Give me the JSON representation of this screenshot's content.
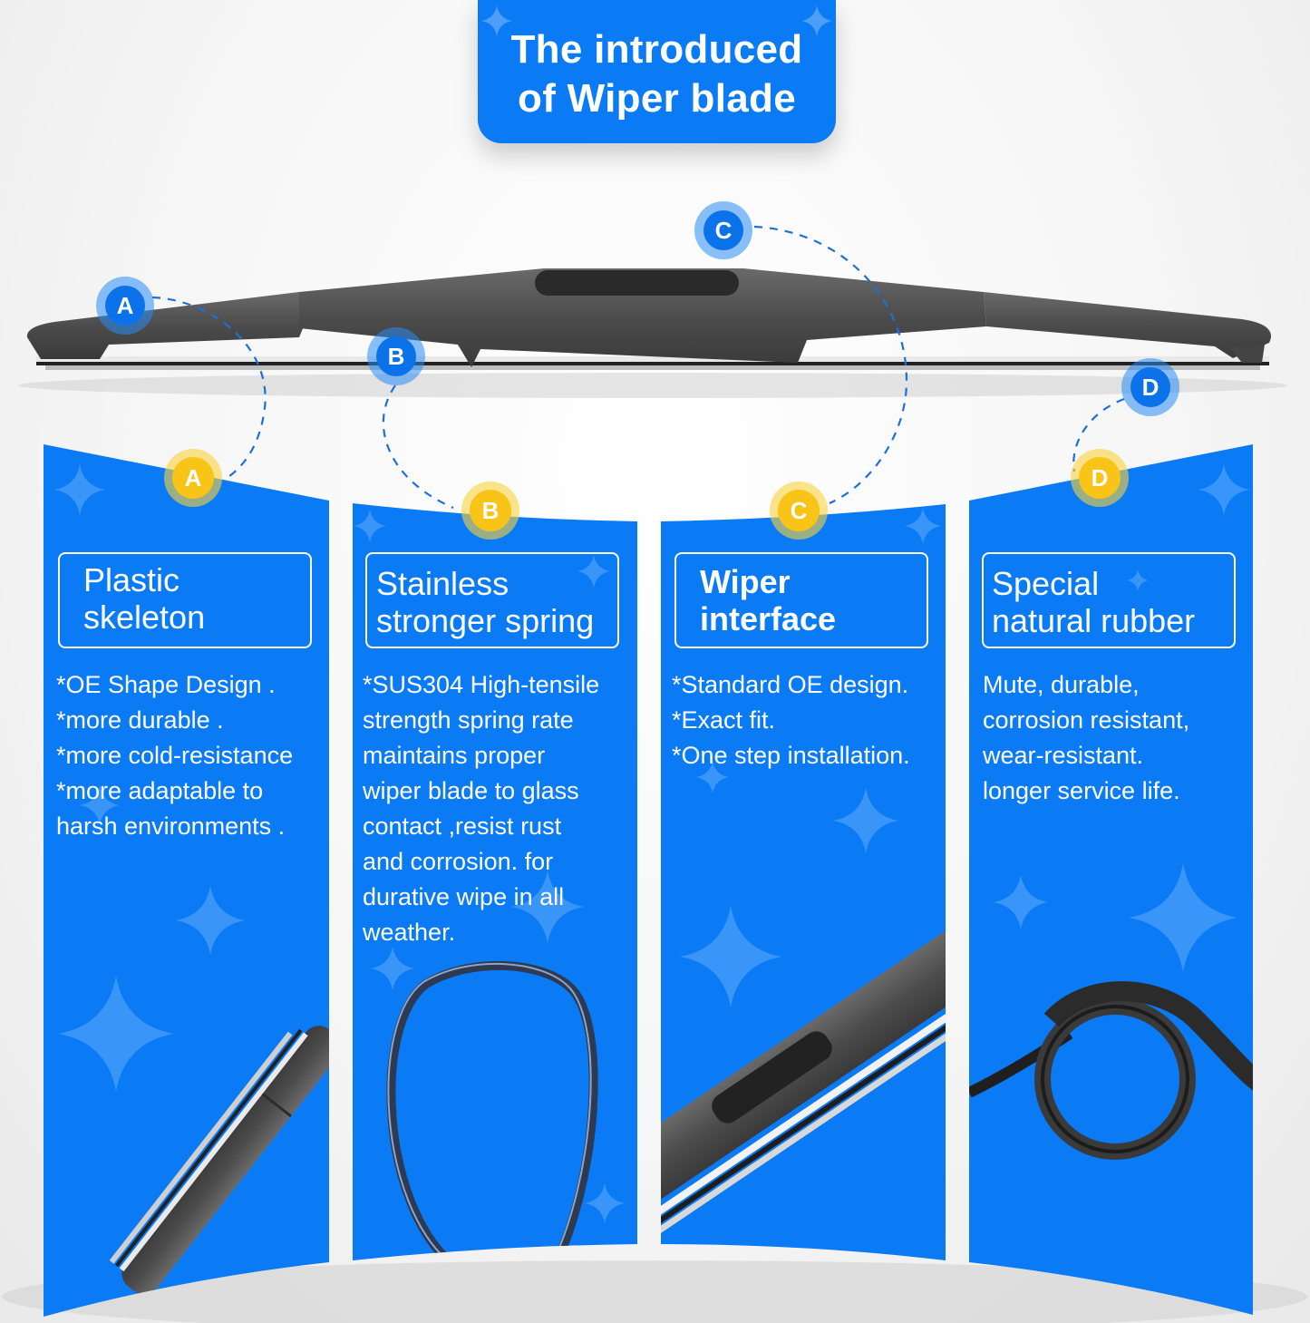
{
  "title": {
    "line1": "The introduced",
    "line2": "of Wiper blade"
  },
  "colors": {
    "panel_blue": "#0a7bf5",
    "badge_blue": "#0b72ea",
    "badge_yellow": "#f7c417",
    "blade_gray": "#4a4a4a",
    "text": "#ffffff"
  },
  "diagram_markers": [
    {
      "letter": "A",
      "color": "blue"
    },
    {
      "letter": "B",
      "color": "blue"
    },
    {
      "letter": "C",
      "color": "blue"
    },
    {
      "letter": "D",
      "color": "blue"
    }
  ],
  "panels": [
    {
      "letter": "A",
      "heading_line1": "Plastic",
      "heading_line2": "skeleton",
      "lines": [
        "*OE Shape Design .",
        "*more durable .",
        "*more cold-resistance",
        "*more adaptable to",
        "harsh environments ."
      ],
      "image": "wiper-blade-end-icon"
    },
    {
      "letter": "B",
      "heading_line1": "Stainless",
      "heading_line2": "stronger spring",
      "lines": [
        "*SUS304 High-tensile",
        "strength spring rate",
        "maintains proper",
        "wiper blade to glass",
        "contact ,resist rust",
        "and corrosion. for",
        "durative wipe in all",
        "weather."
      ],
      "image": "steel-spring-loop-icon"
    },
    {
      "letter": "C",
      "heading_line1": "Wiper",
      "heading_line2": "interface",
      "lines": [
        "*Standard OE design.",
        "*Exact fit.",
        "*One step installation."
      ],
      "image": "wiper-connector-icon"
    },
    {
      "letter": "D",
      "heading_line1": "Special",
      "heading_line2": "natural rubber",
      "lines": [
        "Mute, durable,",
        "corrosion resistant,",
        "wear-resistant.",
        "longer service life."
      ],
      "image": "rubber-strip-knot-icon"
    }
  ]
}
